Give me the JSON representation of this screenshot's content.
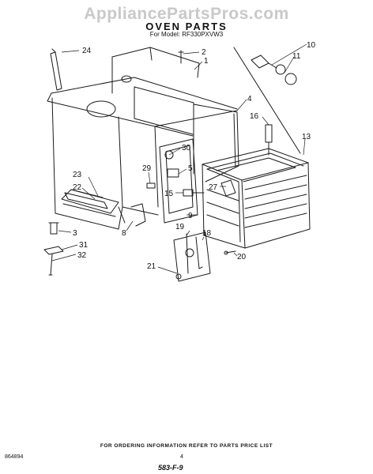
{
  "watermark": "AppliancePartsPros.com",
  "title": "OVEN PARTS",
  "model_line": "For Model: RF330PXVW3",
  "footer_note": "FOR ORDERING INFORMATION REFER TO PARTS PRICE LIST",
  "doc_number": "864894",
  "page_number": "4",
  "handwritten_mark": "583-F-9",
  "callouts": {
    "c1": "1",
    "c2": "2",
    "c3": "3",
    "c4": "4",
    "c5": "5",
    "c8": "8",
    "c9": "9",
    "c10": "10",
    "c11": "11",
    "c13": "13",
    "c15": "15",
    "c16": "16",
    "c18": "18",
    "c19": "19",
    "c20": "20",
    "c21": "21",
    "c22": "22",
    "c23": "23",
    "c24": "24",
    "c27": "27",
    "c29": "29",
    "c30": "30",
    "c31": "31",
    "c32": "32"
  }
}
